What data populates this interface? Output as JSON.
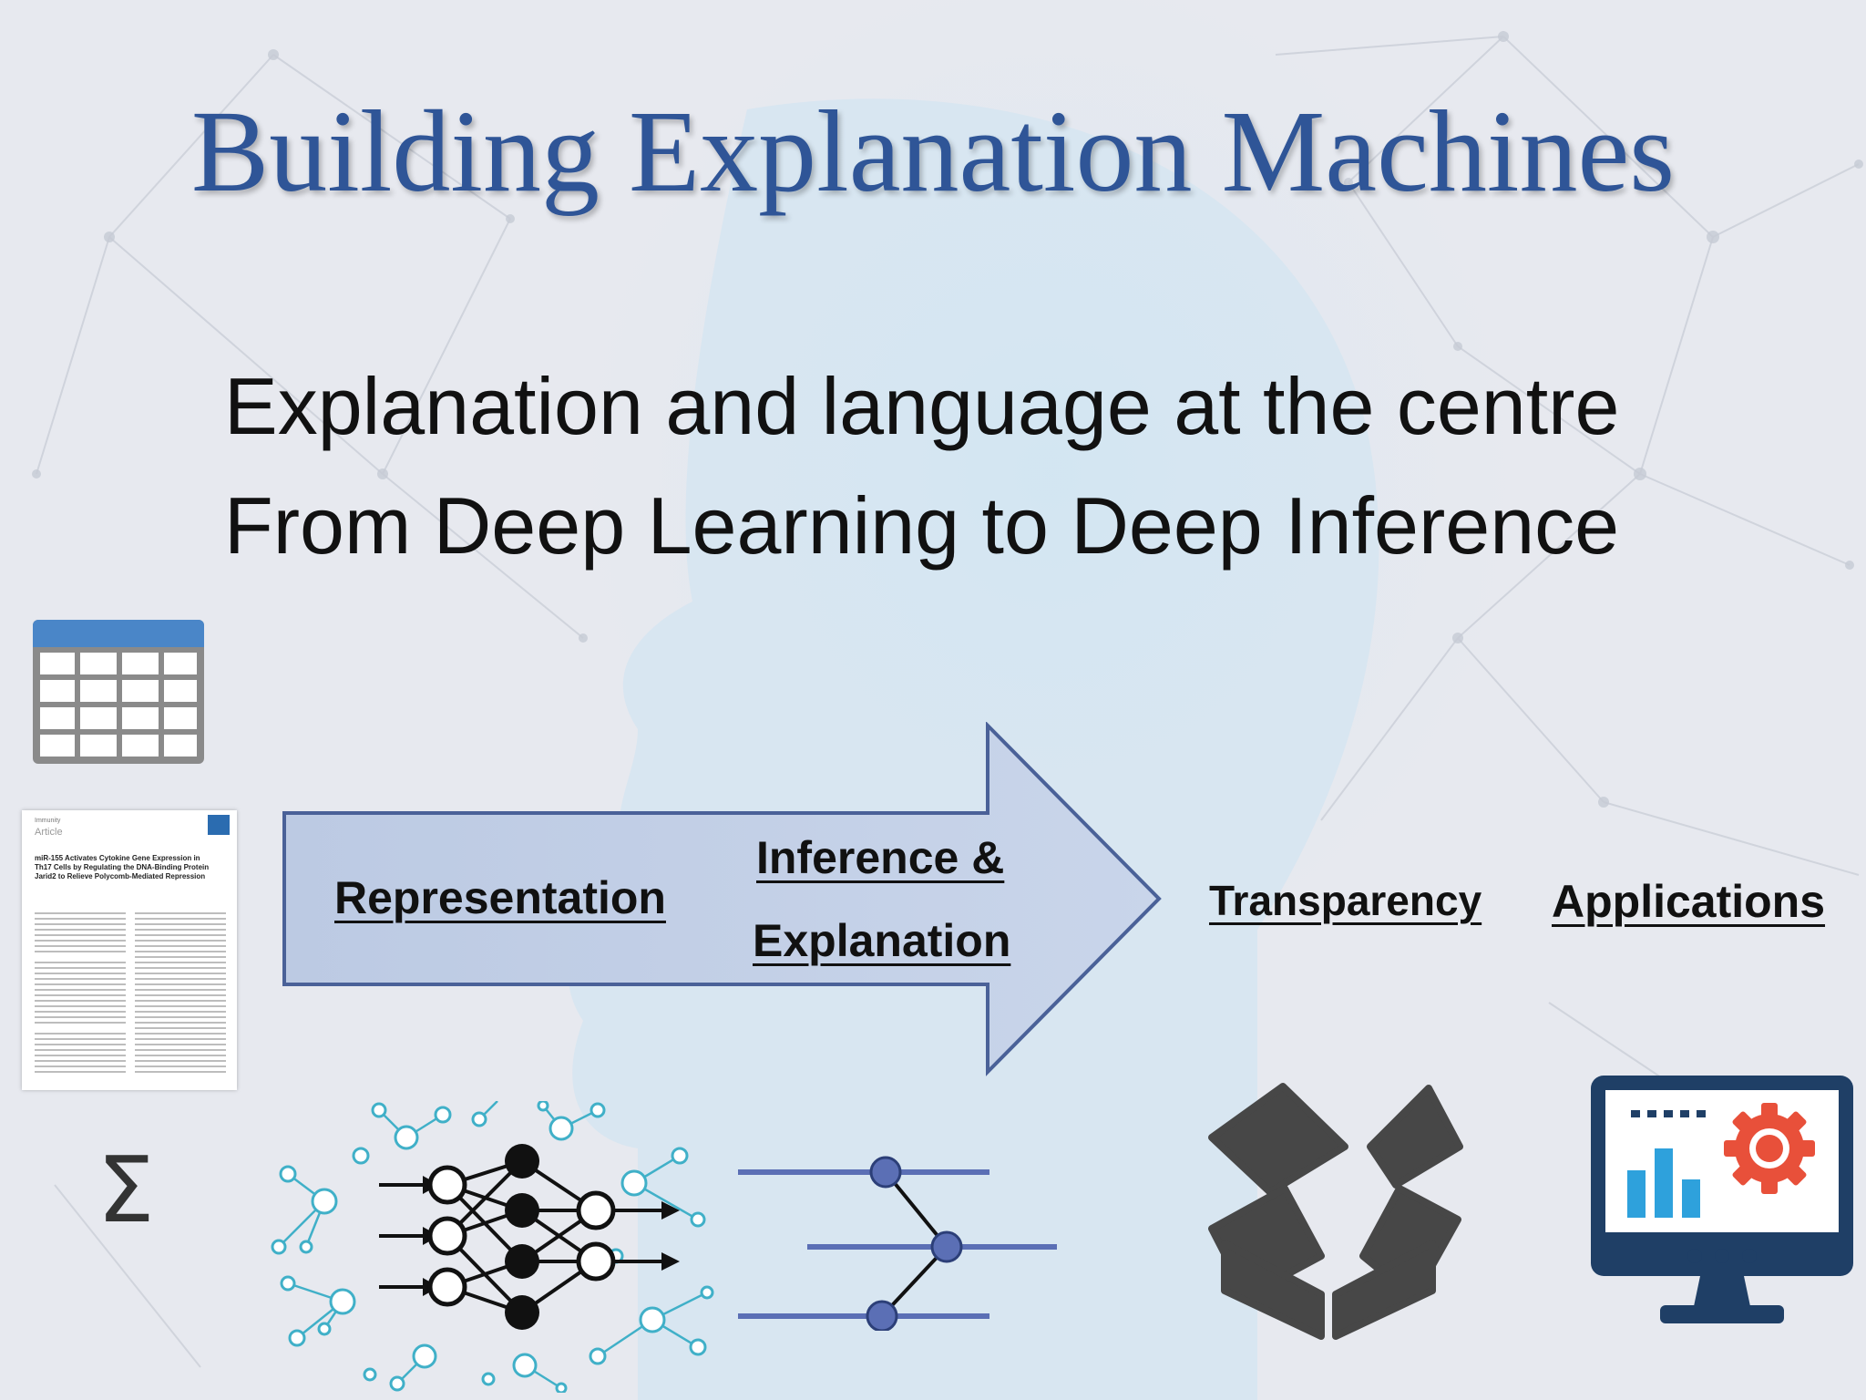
{
  "slide": {
    "title": "Building Explanation Machines",
    "bullets": [
      "Explanation and language at the centre",
      "From Deep Learning to Deep Inference"
    ]
  },
  "arrow": {
    "left_label": "Representation",
    "right_label_line1": "Inference &",
    "right_label_line2": "Explanation"
  },
  "outputs": {
    "transparency_label": "Transparency",
    "applications_label": "Applications"
  },
  "paper_thumbnail": {
    "journal_tag": "Immunity",
    "section": "Article",
    "title": "miR-155 Activates Cytokine Gene Expression in Th17 Cells by Regulating the DNA-Binding Protein Jarid2 to Relieve Polycomb-Mediated Repression"
  },
  "sigma_symbol": "Σ",
  "icons": [
    "spreadsheet-icon",
    "document-icon",
    "sigma-icon",
    "neural-network-icon",
    "inference-graph-icon",
    "open-box-icon",
    "monitor-analytics-icon"
  ],
  "colors": {
    "title": "#2f5597",
    "arrow_fill": "#c3cfe6",
    "arrow_stroke": "#4a6198",
    "network_teal": "#40b0c8",
    "graph_blue": "#5b6fb5",
    "box_dark": "#474747",
    "gear_red": "#e8503a",
    "chart_blue": "#2ea1dc",
    "monitor_navy": "#1f3f66"
  }
}
